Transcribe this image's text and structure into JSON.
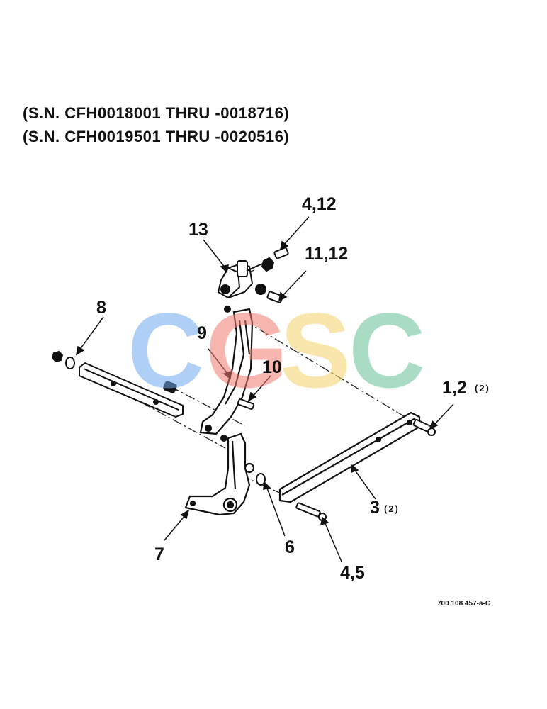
{
  "header": {
    "serial_range_1": "(S.N. CFH0018001 THRU -0018716)",
    "serial_range_2": "(S.N. CFH0019501 THRU -0020516)"
  },
  "callouts": {
    "c13": "13",
    "c4_12": "4,12",
    "c11_12": "11,12",
    "c8": "8",
    "c9": "9",
    "c10": "10",
    "c1_2": "1,2",
    "c1_2_qty": "(2)",
    "c3": "3",
    "c3_qty": "(2)",
    "c7": "7",
    "c6": "6",
    "c4_5": "4,5"
  },
  "watermark": {
    "letters": [
      "C",
      "G",
      "S",
      "C"
    ],
    "colors": [
      "#6fa8f0",
      "#f07a6e",
      "#f5d36a",
      "#66bf94"
    ]
  },
  "figure_code": "700 108 457-a-G"
}
